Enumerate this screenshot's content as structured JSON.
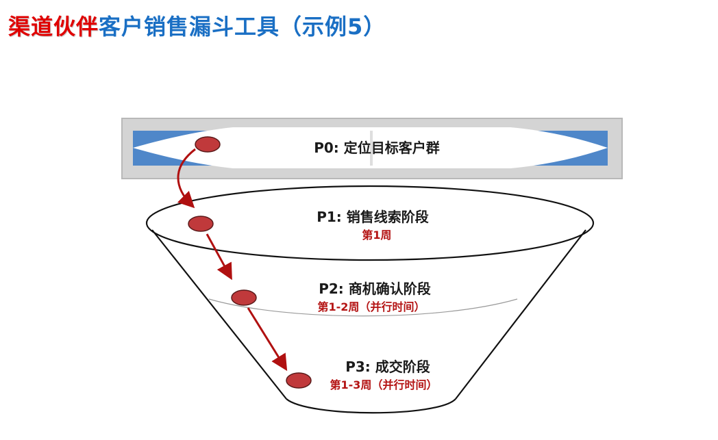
{
  "title": {
    "part1": "渠道伙伴",
    "part2": "客户销售漏斗工具（示例5）"
  },
  "colors": {
    "title_red": "#e00000",
    "title_blue": "#1a6fc4",
    "label_red": "#b41414",
    "dot_fill": "#c0393b",
    "arrow": "#b01010",
    "bar_gray": "#d4d4d4",
    "bar_blue": "#4f87c9"
  },
  "stages": [
    {
      "name": "P0: 定位目标客户群",
      "duration": ""
    },
    {
      "name": "P1: 销售线索阶段",
      "duration": "第1周"
    },
    {
      "name": "P2: 商机确认阶段",
      "duration": "第1-2周（并行时间）"
    },
    {
      "name": "P3: 成交阶段",
      "duration": "第1-3周（并行时间）"
    }
  ]
}
